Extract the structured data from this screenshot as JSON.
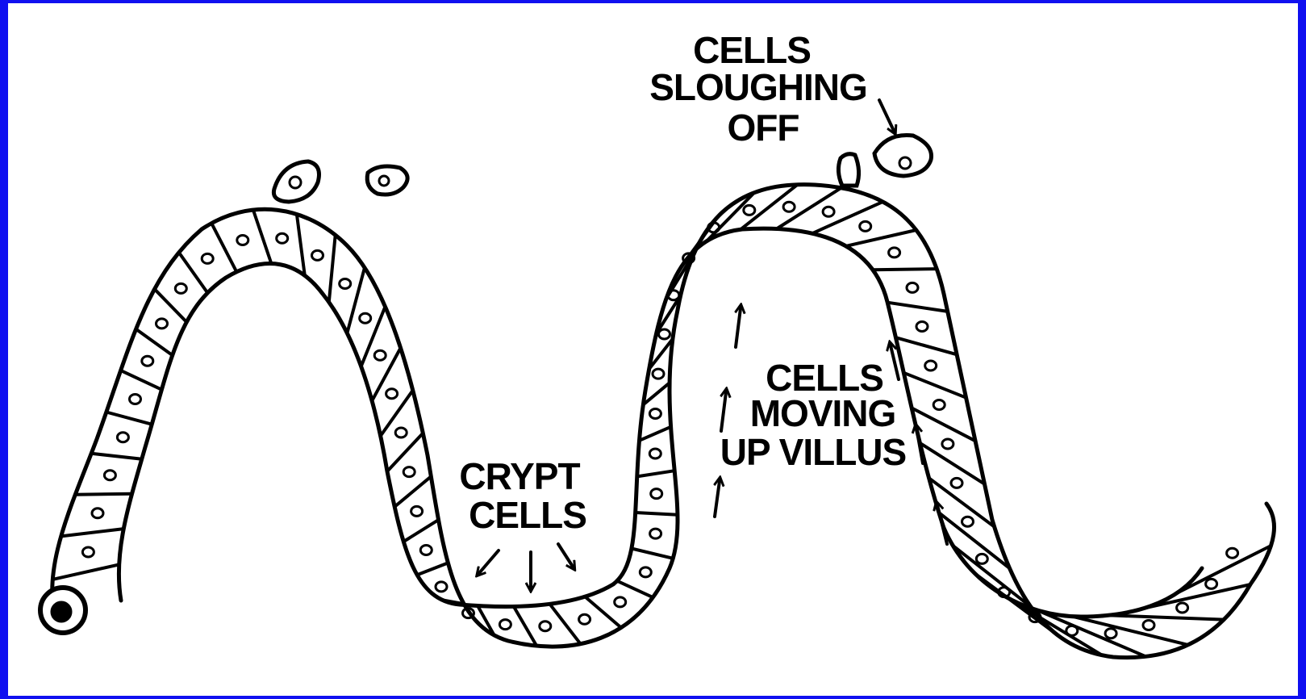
{
  "background_color": "#1010f0",
  "panel_color": "#ffffff",
  "ink_color": "#000000",
  "labels": {
    "sloughing": [
      "CELLS",
      "SLOUGHING",
      "OFF"
    ],
    "crypt": [
      "CRYPT",
      "CELLS"
    ],
    "moving": [
      "CELLS",
      "MOVING",
      "UP VILLUS"
    ]
  },
  "elements": [
    "epithelial-cell-layer",
    "sloughed-cell",
    "crypt-arrow",
    "villus-arrow",
    "sloughing-arrow"
  ]
}
